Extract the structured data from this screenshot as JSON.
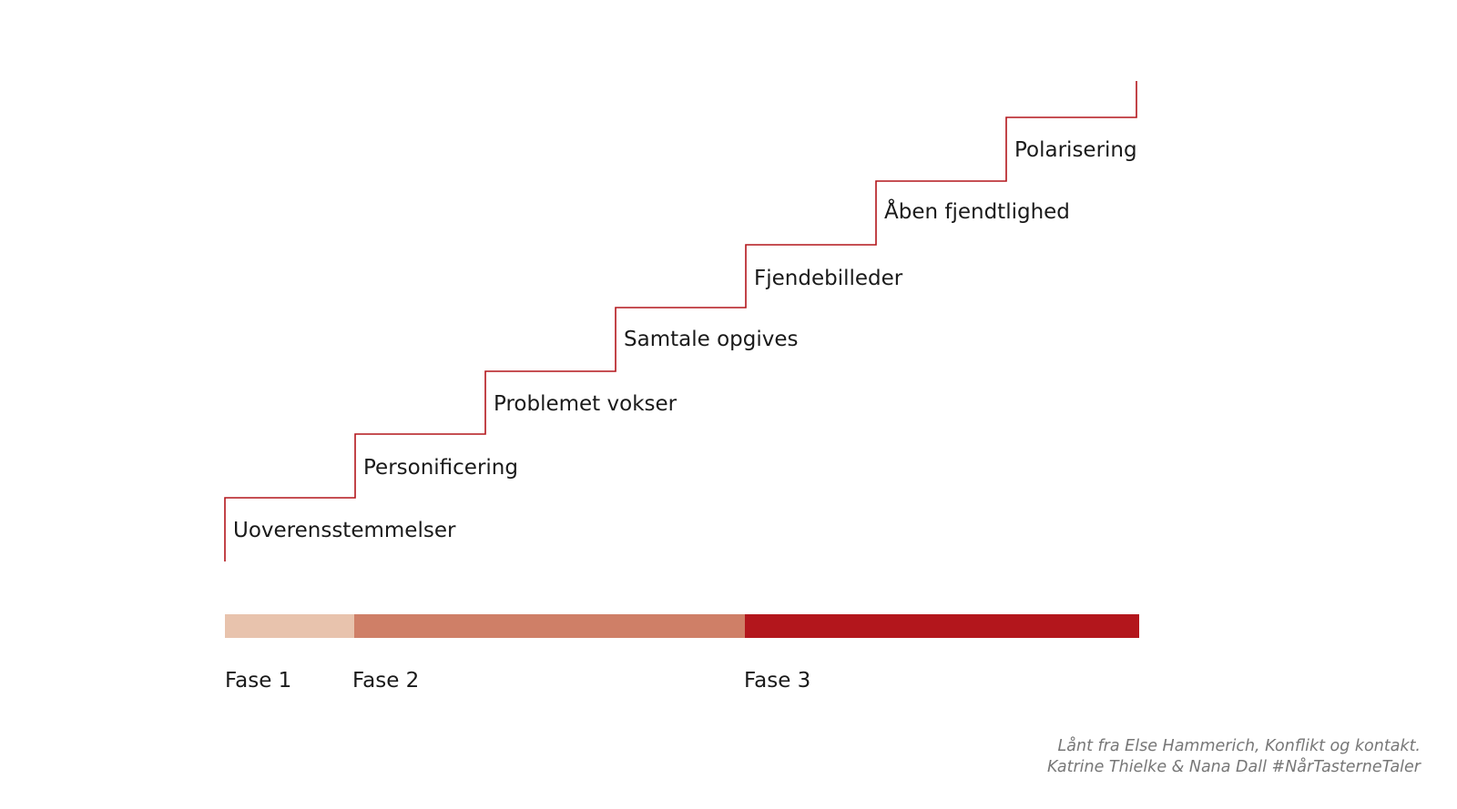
{
  "colors": {
    "stair_line": "#b3161c",
    "text": "#1a1a1a",
    "credit_text": "#777777"
  },
  "steps": [
    {
      "label": "Uoverensstemmelser"
    },
    {
      "label": "Personificering"
    },
    {
      "label": "Problemet vokser"
    },
    {
      "label": "Samtale opgives"
    },
    {
      "label": "Fjendebilleder"
    },
    {
      "label": "Åben fjendtlighed"
    },
    {
      "label": "Polarisering"
    }
  ],
  "phases": [
    {
      "label": "Fase 1",
      "color": "#e8c3ad"
    },
    {
      "label": "Fase 2",
      "color": "#cf7f67"
    },
    {
      "label": "Fase 3",
      "color": "#b3161c"
    }
  ],
  "credit": {
    "line1": "Lånt fra Else Hammerich, Konflikt og kontakt.",
    "line2": "Katrine Thielke & Nana Dall #NårTasterneTaler"
  }
}
